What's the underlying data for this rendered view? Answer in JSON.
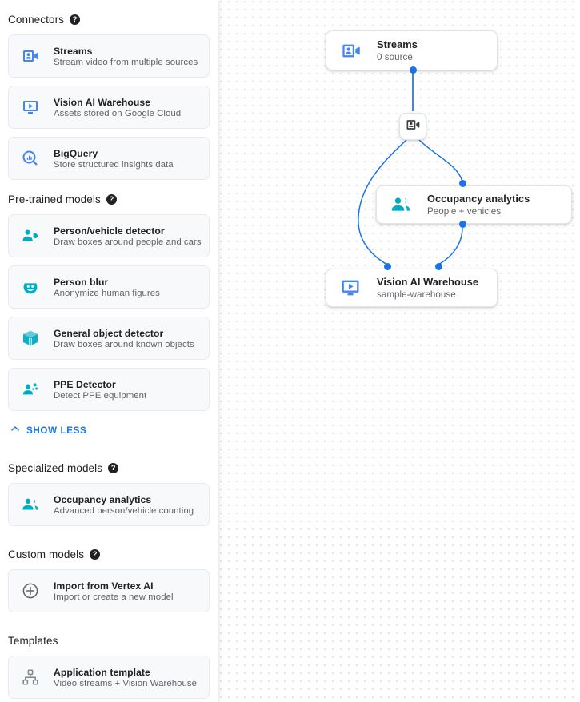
{
  "sidebar": {
    "sections": [
      {
        "title": "Connectors",
        "has_help": true,
        "help_glyph": "?",
        "items": [
          {
            "name": "Streams",
            "desc": "Stream video from multiple sources",
            "icon": "video-camera-icon",
            "color": "#4285f4"
          },
          {
            "name": "Vision AI Warehouse",
            "desc": "Assets stored on Google Cloud",
            "icon": "monitor-play-icon",
            "color": "#4285f4"
          },
          {
            "name": "BigQuery",
            "desc": "Store structured insights data",
            "icon": "bigquery-search-icon",
            "color": "#4285f4"
          }
        ]
      },
      {
        "title": "Pre-trained models",
        "has_help": true,
        "help_glyph": "?",
        "items": [
          {
            "name": "Person/vehicle detector",
            "desc": "Draw boxes around people and cars",
            "icon": "person-vehicle-icon",
            "color": "#00acc1"
          },
          {
            "name": "Person blur",
            "desc": "Anonymize human figures",
            "icon": "face-blur-icon",
            "color": "#00acc1"
          },
          {
            "name": "General object detector",
            "desc": "Draw boxes around known objects",
            "icon": "cube-icon",
            "color": "#00acc1"
          },
          {
            "name": "PPE Detector",
            "desc": "Detect PPE equipment",
            "icon": "ppe-person-icon",
            "color": "#00acc1"
          }
        ]
      },
      {
        "title": "Specialized models",
        "has_help": true,
        "help_glyph": "?",
        "items": [
          {
            "name": "Occupancy analytics",
            "desc": "Advanced person/vehicle counting",
            "icon": "occupancy-people-icon",
            "color": "#00acc1"
          }
        ]
      },
      {
        "title": "Custom models",
        "has_help": true,
        "help_glyph": "?",
        "items": [
          {
            "name": "Import from Vertex AI",
            "desc": "Import or create a new model",
            "icon": "plus-circle-icon",
            "color": "#5f6368"
          }
        ]
      },
      {
        "title": "Templates",
        "has_help": false,
        "help_glyph": "",
        "items": [
          {
            "name": "Application template",
            "desc": "Video streams + Vision Warehouse",
            "icon": "hierarchy-icon",
            "color": "#80868b"
          }
        ]
      }
    ],
    "show_less_label": "SHOW LESS",
    "show_less_icon": "chevron-up-icon"
  },
  "canvas": {
    "nodes": [
      {
        "id": "streams",
        "title": "Streams",
        "subtitle": "0 source",
        "icon": "video-camera-icon",
        "color": "#4285f4"
      },
      {
        "id": "occupancy",
        "title": "Occupancy analytics",
        "subtitle": "People + vehicles",
        "icon": "occupancy-people-icon",
        "color": "#00acc1"
      },
      {
        "id": "warehouse",
        "title": "Vision AI Warehouse",
        "subtitle": "sample-warehouse",
        "icon": "monitor-play-icon",
        "color": "#4285f4"
      }
    ],
    "mini_node": {
      "id": "stream-badge",
      "icon": "video-camera-icon"
    },
    "edge_color": "#1a73e8",
    "port_color": "#1a73e8"
  }
}
